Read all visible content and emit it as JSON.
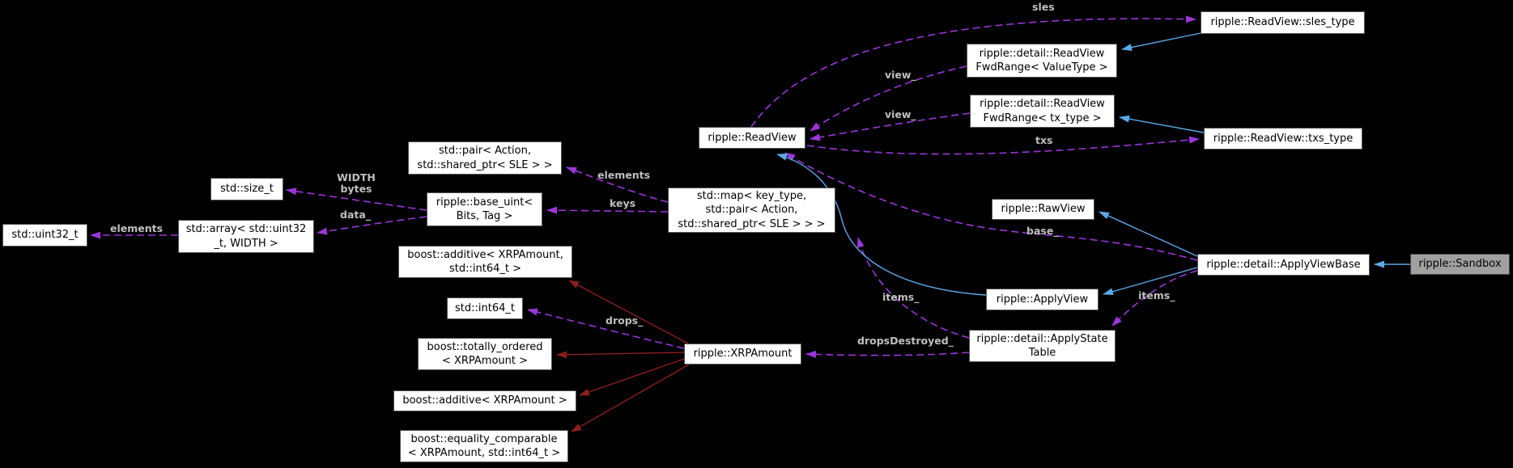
{
  "colors": {
    "background": "#000000",
    "node_fill": "#ffffff",
    "node_border": "#525252",
    "node_text": "#000000",
    "highlight_node_fill": "#a0a0a0",
    "edge_purple": "#9b36d9",
    "edge_blue": "#5aa9e8",
    "edge_darkred": "#8b1e1e",
    "edge_label_text": "#bfbfbf"
  },
  "nodes": {
    "uint32": "std::uint32_t",
    "array": "std::array< std::uint32\n_t, WIDTH >",
    "size_t": "std::size_t",
    "base_uint": "ripple::base_uint<\nBits, Tag >",
    "pair": "std::pair< Action,\nstd::shared_ptr< SLE > >",
    "additive_x_i64": "boost::additive< XRPAmount,\nstd::int64_t >",
    "int64": "std::int64_t",
    "totally_ordered": "boost::totally_ordered\n< XRPAmount >",
    "additive_x": "boost::additive< XRPAmount >",
    "equality_comparable": "boost::equality_comparable\n< XRPAmount, std::int64_t >",
    "xrp_amount": "ripple::XRPAmount",
    "read_view": "ripple::ReadView",
    "map": "std::map< key_type,\nstd::pair< Action,\nstd::shared_ptr< SLE > > >",
    "fwd_range_value": "ripple::detail::ReadView\nFwdRange< ValueType >",
    "fwd_range_tx": "ripple::detail::ReadView\nFwdRange< tx_type >",
    "sles_type": "ripple::ReadView::sles_type",
    "txs_type": "ripple::ReadView::txs_type",
    "raw_view": "ripple::RawView",
    "apply_view": "ripple::ApplyView",
    "apply_state_table": "ripple::detail::ApplyState\nTable",
    "apply_view_base": "ripple::detail::ApplyViewBase",
    "sandbox": "ripple::Sandbox"
  },
  "edge_labels": {
    "elements_array": "elements",
    "width_bytes": "WIDTH\nbytes",
    "data": "data_",
    "elements_map": "elements",
    "keys": "keys",
    "sles": "sles",
    "view_value": "view_",
    "view_tx": "view_",
    "txs": "txs",
    "base": "base_",
    "items_left": "items_",
    "items_right": "items_",
    "drops_destroyed": "dropsDestroyed_",
    "drops": "drops_"
  }
}
